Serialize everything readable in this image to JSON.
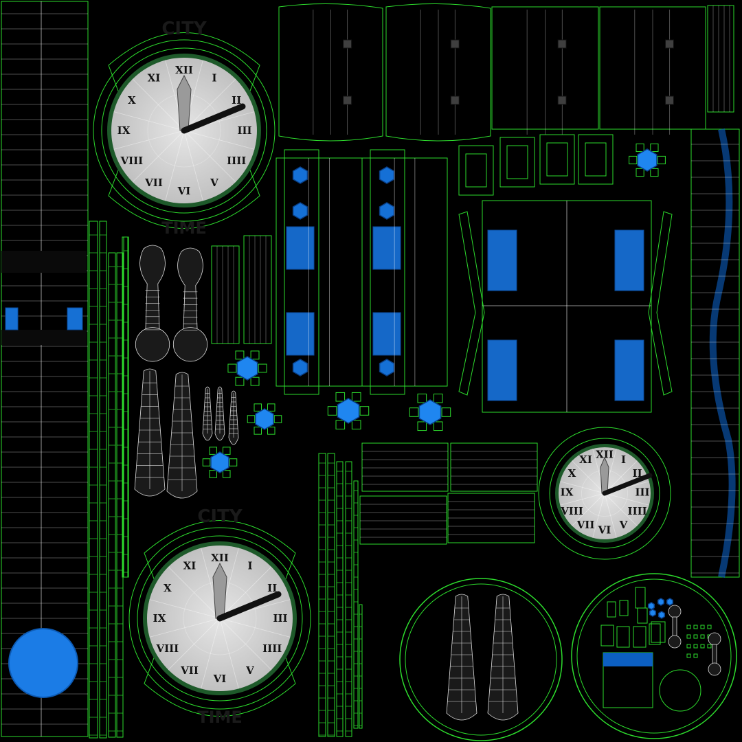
{
  "clocks": {
    "top_left": {
      "top_sign": "CITY",
      "bottom_sign": "TIME"
    },
    "bottom_left": {
      "top_sign": "CITY",
      "bottom_sign": "TIME"
    }
  },
  "numerals": [
    "XII",
    "I",
    "II",
    "III",
    "IIII",
    "V",
    "VI",
    "VII",
    "VIII",
    "IX",
    "X",
    "XI"
  ],
  "colors": {
    "background": "#000000",
    "uv_wireframe": "#2ddc2d",
    "texture_blue": "#1f86f0",
    "texture_dark_blue": "#0c5fc2",
    "texture_dark_gray": "#2c2c2c",
    "clock_face": "#d8d8d8"
  }
}
